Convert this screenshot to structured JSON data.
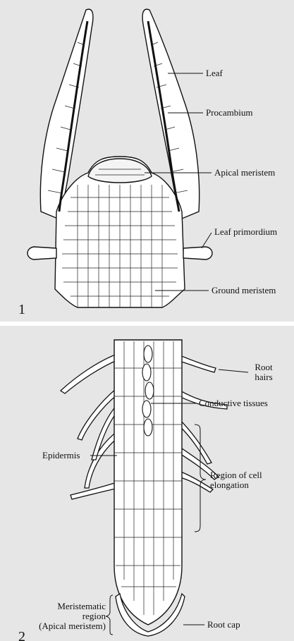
{
  "figure1": {
    "number": "1",
    "labels": {
      "leaf": "Leaf",
      "procambium": "Procambium",
      "apical_meristem": "Apical meristem",
      "leaf_primordium": "Leaf primordium",
      "ground_meristem": "Ground meristem"
    }
  },
  "figure2": {
    "number": "2",
    "labels": {
      "root_hairs_line1": "Root",
      "root_hairs_line2": "hairs",
      "conductive_tissues": "Conductive tissues",
      "epidermis": "Epidermis",
      "region_line1": "Region of cell",
      "region_line2": "elongation",
      "meristematic_line1": "Meristematic",
      "meristematic_line2": "region",
      "meristematic_line3": "(Apical meristem)",
      "root_cap": "Root cap"
    }
  },
  "colors": {
    "panel_bg": "#e6e6e6",
    "ink": "#111111",
    "cell_fill": "#ffffff"
  }
}
